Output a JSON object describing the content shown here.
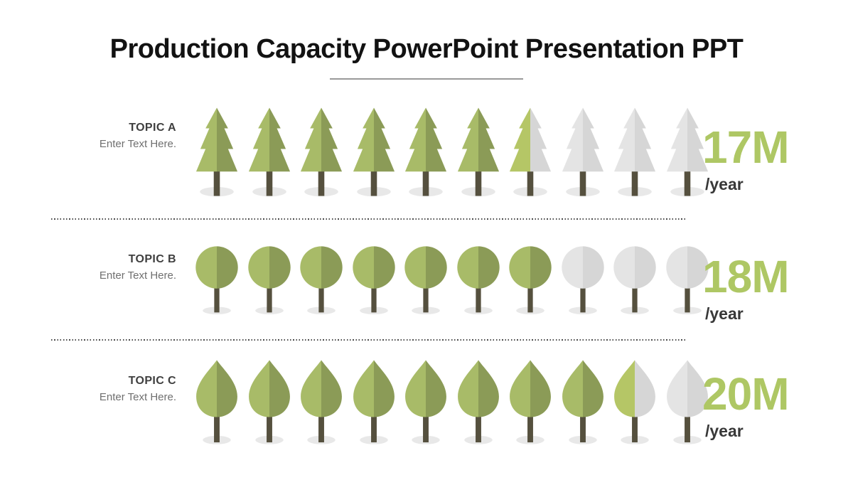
{
  "slide": {
    "title": "Production Capacity PowerPoint Presentation PPT"
  },
  "chart_data": {
    "type": "pictogram",
    "title": "Production Capacity PowerPoint Presentation PPT",
    "icons_per_row": 10,
    "rows": [
      {
        "topic": "TOPIC A",
        "subtitle": "Enter Text Here.",
        "icon": "pine-tree-icon",
        "value": "17M",
        "unit": "/year",
        "filled_icons": 6.5
      },
      {
        "topic": "TOPIC B",
        "subtitle": "Enter Text Here.",
        "icon": "round-tree-icon",
        "value": "18M",
        "unit": "/year",
        "filled_icons": 7
      },
      {
        "topic": "TOPIC C",
        "subtitle": "Enter Text Here.",
        "icon": "leaf-tree-icon",
        "value": "20M",
        "unit": "/year",
        "filled_icons": 8.5
      }
    ],
    "layout": {
      "legend_position": "none",
      "grid": "off",
      "row_separator": "dotted-line"
    },
    "colors": {
      "green_light": "#a8bb68",
      "green_dark": "#8b9b57",
      "green_half": "#b5c666",
      "gray_light": "#e4e4e4",
      "gray_dark": "#d6d6d6",
      "trunk": "#55503e",
      "shadow": "#e8e8e8",
      "value_green": "#aec764"
    }
  }
}
